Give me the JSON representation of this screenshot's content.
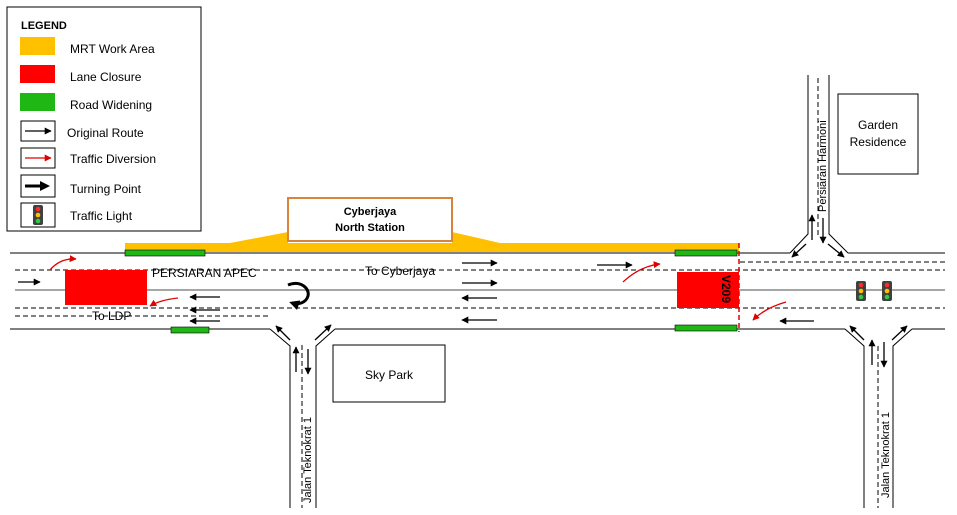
{
  "legend": {
    "title": "LEGEND",
    "items": [
      {
        "kind": "swatch",
        "color": "#FFC000",
        "label": "MRT Work Area"
      },
      {
        "kind": "swatch",
        "color": "#FF0000",
        "label": "Lane Closure"
      },
      {
        "kind": "swatch",
        "color": "#1FB714",
        "label": "Road Widening"
      },
      {
        "kind": "arrow-icon",
        "label": "Original Route"
      },
      {
        "kind": "red-arrow-icon",
        "label": "Traffic Diversion"
      },
      {
        "kind": "bold-arrow-icon",
        "label": "Turning Point"
      },
      {
        "kind": "traffic-light-icon",
        "label": "Traffic Light"
      }
    ]
  },
  "station": {
    "line1": "Cyberjaya",
    "line2": "North Station",
    "border_color": "#D9843A"
  },
  "roads": {
    "main": "PERSIARAN  APEC",
    "jalan_teknokrat_left": "Jalan Teknokrat 1",
    "jalan_teknokrat_right": "Jalan Teknokrat 1",
    "persiaran_harmoni": "Persiaran Harmoni"
  },
  "directions": {
    "to_cyberjaya": "To Cyberjaya",
    "to_ldp": "To LDP"
  },
  "buildings": {
    "garden_line1": "Garden",
    "garden_line2": "Residence",
    "sky_park": "Sky Park"
  },
  "closure_code": "V209",
  "colors": {
    "mrt": "#FFC000",
    "closure": "#FF0000",
    "widening": "#1FB714",
    "diversion": "#E00000"
  }
}
